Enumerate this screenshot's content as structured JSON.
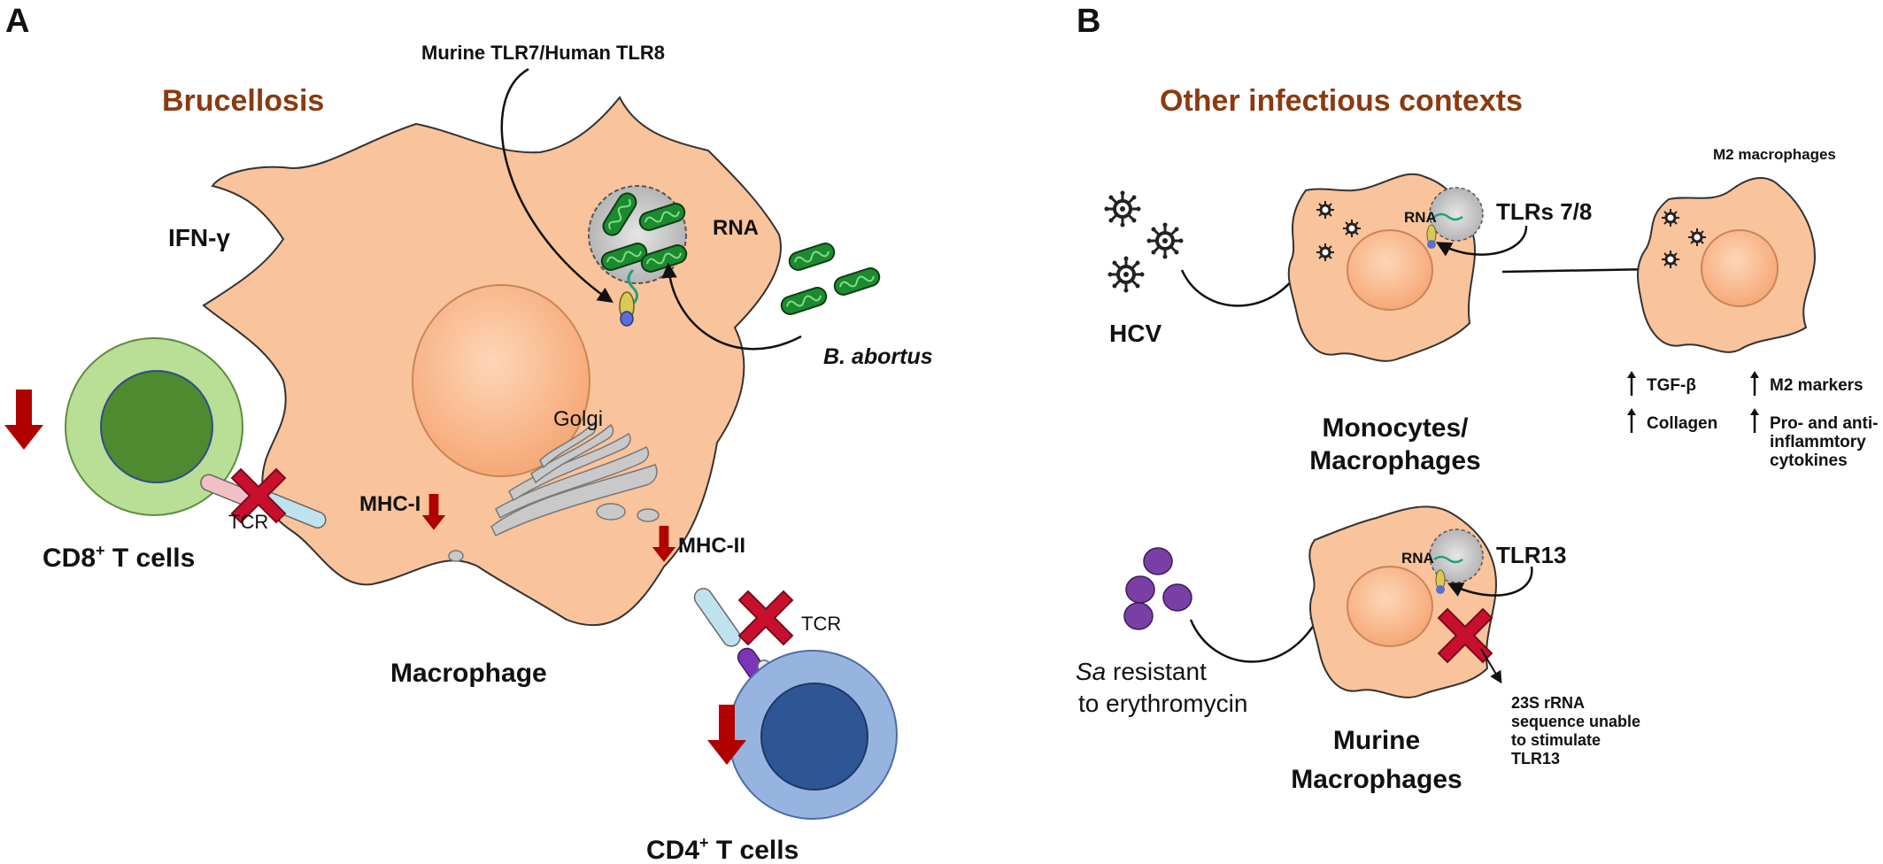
{
  "panel_a": {
    "letter": "A",
    "title": "Brucellosis",
    "receptor_label": "Murine TLR7/Human TLR8",
    "rna_label": "RNA",
    "ifn_label": "IFN-γ",
    "bacteria_label": "B. abortus",
    "golgi_label": "Golgi",
    "mhc1_label": "MHC-I",
    "mhc2_label": "MHC-II",
    "tcr_label_left": "TCR",
    "tcr_label_right": "TCR",
    "cd8_label": "CD8",
    "cd4_label": "CD4",
    "tcell_sup": "+",
    "tcell_suffix": " T cells",
    "macrophage_label": "Macrophage"
  },
  "panel_b": {
    "letter": "B",
    "title": "Other infectious contexts",
    "hcv_label": "HCV",
    "rna_label_top": "RNA",
    "tlr78_label": "TLRs 7/8",
    "m2_title": "M2 macrophages",
    "markers": [
      "TGF-β",
      "Collagen",
      "M2 markers",
      "Pro- and anti-",
      "inflammtory",
      "cytokines"
    ],
    "monocytes_line1": "Monocytes/",
    "monocytes_line2": "Macrophages",
    "rna_label_bottom": "RNA",
    "tlr13_label": "TLR13",
    "sa_italic": "Sa",
    "sa_line1_rest": " resistant",
    "sa_line2": "to erythromycin",
    "rrna_note": [
      "23S rRNA",
      "sequence unable",
      "to stimulate",
      "TLR13"
    ],
    "murine_line1": "Murine",
    "murine_line2": "Macrophages"
  },
  "colors": {
    "cell_fill": "#f9c39b",
    "cell_stroke": "#333333",
    "nucleus_fill": "#fbb98e",
    "title_color": "#8b3a0f",
    "arrow_red": "#b00000",
    "cd8_outer": "#b9de96",
    "cd8_inner": "#4e8a2f",
    "cd4_outer": "#97b3e0",
    "cd4_inner": "#2f5694",
    "bacteria_green": "#1a7a2a",
    "virus_dark": "#222222",
    "staph_purple": "#7a3fa5"
  }
}
